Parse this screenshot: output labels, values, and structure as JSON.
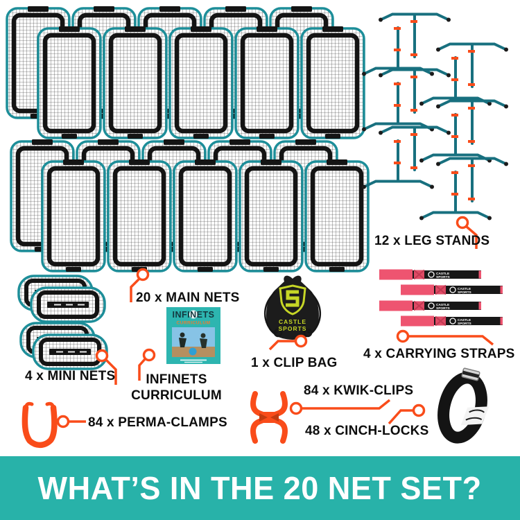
{
  "banner": {
    "title": "WHAT’S IN THE 20 NET SET?"
  },
  "items": {
    "main_nets": {
      "label": "20 x MAIN NETS",
      "count": 20
    },
    "leg_stands": {
      "label": "12 x LEG STANDS",
      "count": 12
    },
    "mini_nets": {
      "label": "4 x MINI NETS",
      "count": 4
    },
    "curriculum": {
      "label_line1": "INFINETS",
      "label_line2": "CURRICULUM",
      "count": 1
    },
    "clip_bag": {
      "label": "1 x CLIP BAG",
      "count": 1
    },
    "carrying_straps": {
      "label": "4 x CARRYING STRAPS",
      "count": 4
    },
    "perma_clamps": {
      "label": "84 x PERMA-CLAMPS",
      "count": 84
    },
    "kwik_clips": {
      "label": "84 x KWIK-CLIPS",
      "count": 84
    },
    "cinch_locks": {
      "label": "48 x CINCH-LOCKS",
      "count": 48
    }
  },
  "book": {
    "title": "INFINETS",
    "subtitle": "CURRICULUM"
  },
  "bag": {
    "brand_line1": "CASTLE",
    "brand_line2": "SPORTS"
  },
  "strap": {
    "brand_line1": "CASTLE",
    "brand_line2": "SPORTS"
  },
  "icons": {
    "callout_marker": "orange-circle-with-leader-line",
    "bag_logo": "castle-sports-shield-s",
    "strap_logo": "castle-sports-shield-s"
  },
  "colors": {
    "accent_orange": "#f94c1a",
    "banner_teal": "#28b2a9",
    "net_frame_teal": "#1d8e99",
    "stand_teal": "#18707f",
    "strap_pink": "#ee5470",
    "logo_lime": "#c6d626",
    "book_teal": "#2db5b0",
    "label_text": "#0d0d0d",
    "banner_text": "#ffffff"
  }
}
